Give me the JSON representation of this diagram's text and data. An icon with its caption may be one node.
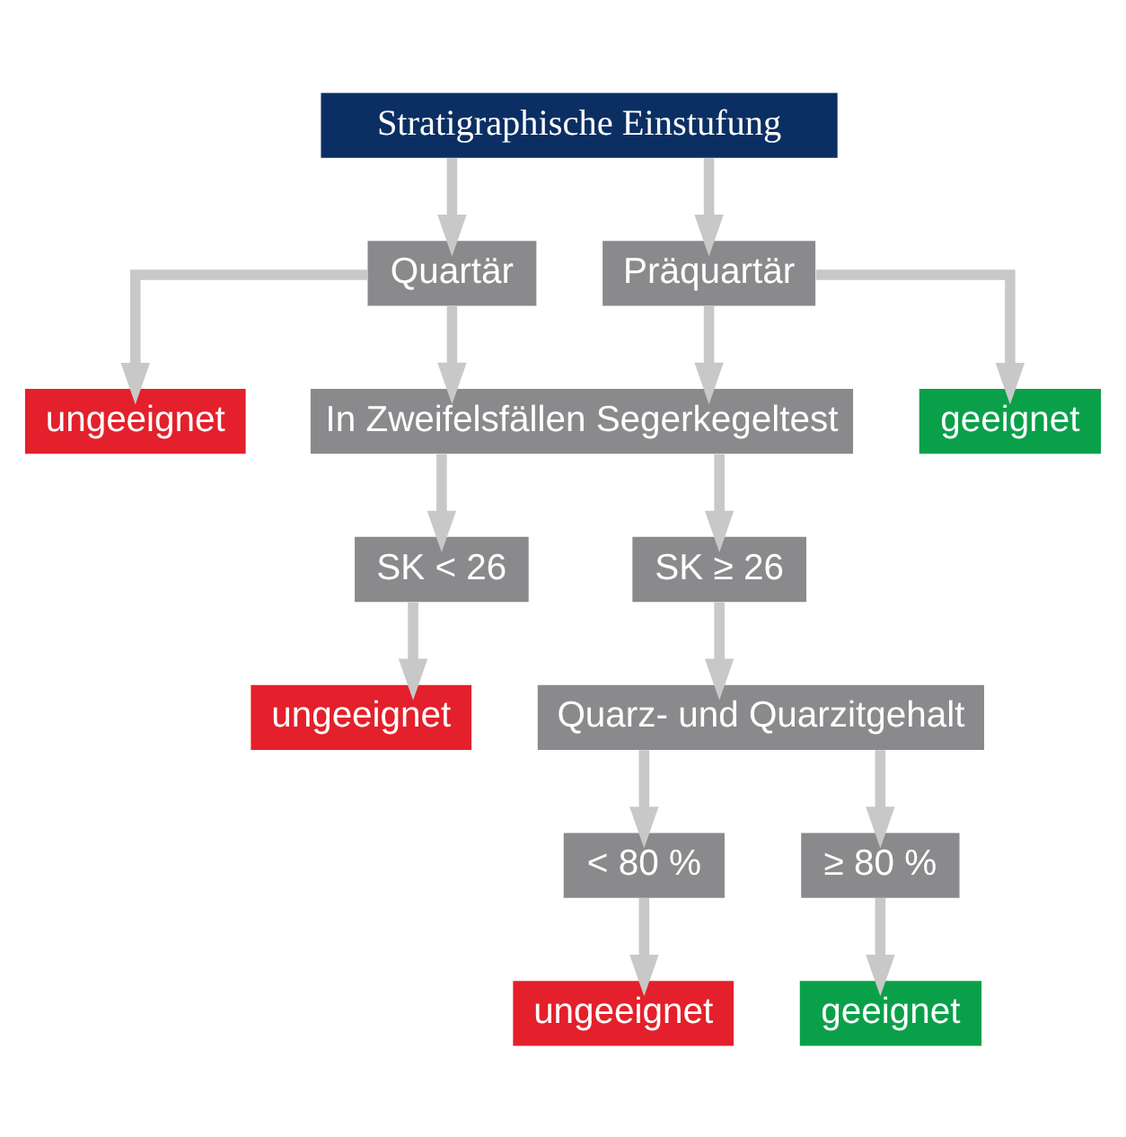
{
  "diagram": {
    "nodes": [
      {
        "text": [
          "Stratigraphische Einstufung"
        ]
      },
      {
        "text": [
          "Quartär"
        ]
      },
      {
        "text": [
          "Präquartär"
        ]
      },
      {
        "text": [
          "ungeeignet"
        ]
      },
      {
        "text": [
          "In Zweifelsfällen Segerkegeltest"
        ]
      },
      {
        "text": [
          "geeignet"
        ]
      },
      {
        "text": [
          "SK < 26"
        ]
      },
      {
        "text": [
          "SK ≥ 26"
        ]
      },
      {
        "text": [
          "ungeeignet"
        ]
      },
      {
        "text": [
          "Quarz- und Quarzitgehalt"
        ]
      },
      {
        "text": [
          "< 80 %"
        ]
      },
      {
        "text": [
          "≥ 80 %"
        ]
      },
      {
        "text": [
          "ungeeignet"
        ]
      },
      {
        "text": [
          "geeignet"
        ]
      }
    ],
    "edges": [
      {
        "from": 0,
        "to": 1,
        "arrow": "to"
      },
      {
        "from": 0,
        "to": 2,
        "arrow": "to"
      },
      {
        "from": 1,
        "to": 3,
        "arrow": "to"
      },
      {
        "from": 1,
        "to": 4,
        "arrow": "to"
      },
      {
        "from": 2,
        "to": 4,
        "arrow": "to"
      },
      {
        "from": 2,
        "to": 5,
        "arrow": "to"
      },
      {
        "from": 4,
        "to": 6,
        "arrow": "to"
      },
      {
        "from": 4,
        "to": 7,
        "arrow": "to"
      },
      {
        "from": 6,
        "to": 8,
        "arrow": "to"
      },
      {
        "from": 7,
        "to": 9,
        "arrow": "to"
      },
      {
        "from": 9,
        "to": 10,
        "arrow": "to"
      },
      {
        "from": 9,
        "to": 11,
        "arrow": "to"
      },
      {
        "from": 10,
        "to": 12,
        "arrow": "to"
      },
      {
        "from": 11,
        "to": 13,
        "arrow": "to"
      }
    ]
  }
}
